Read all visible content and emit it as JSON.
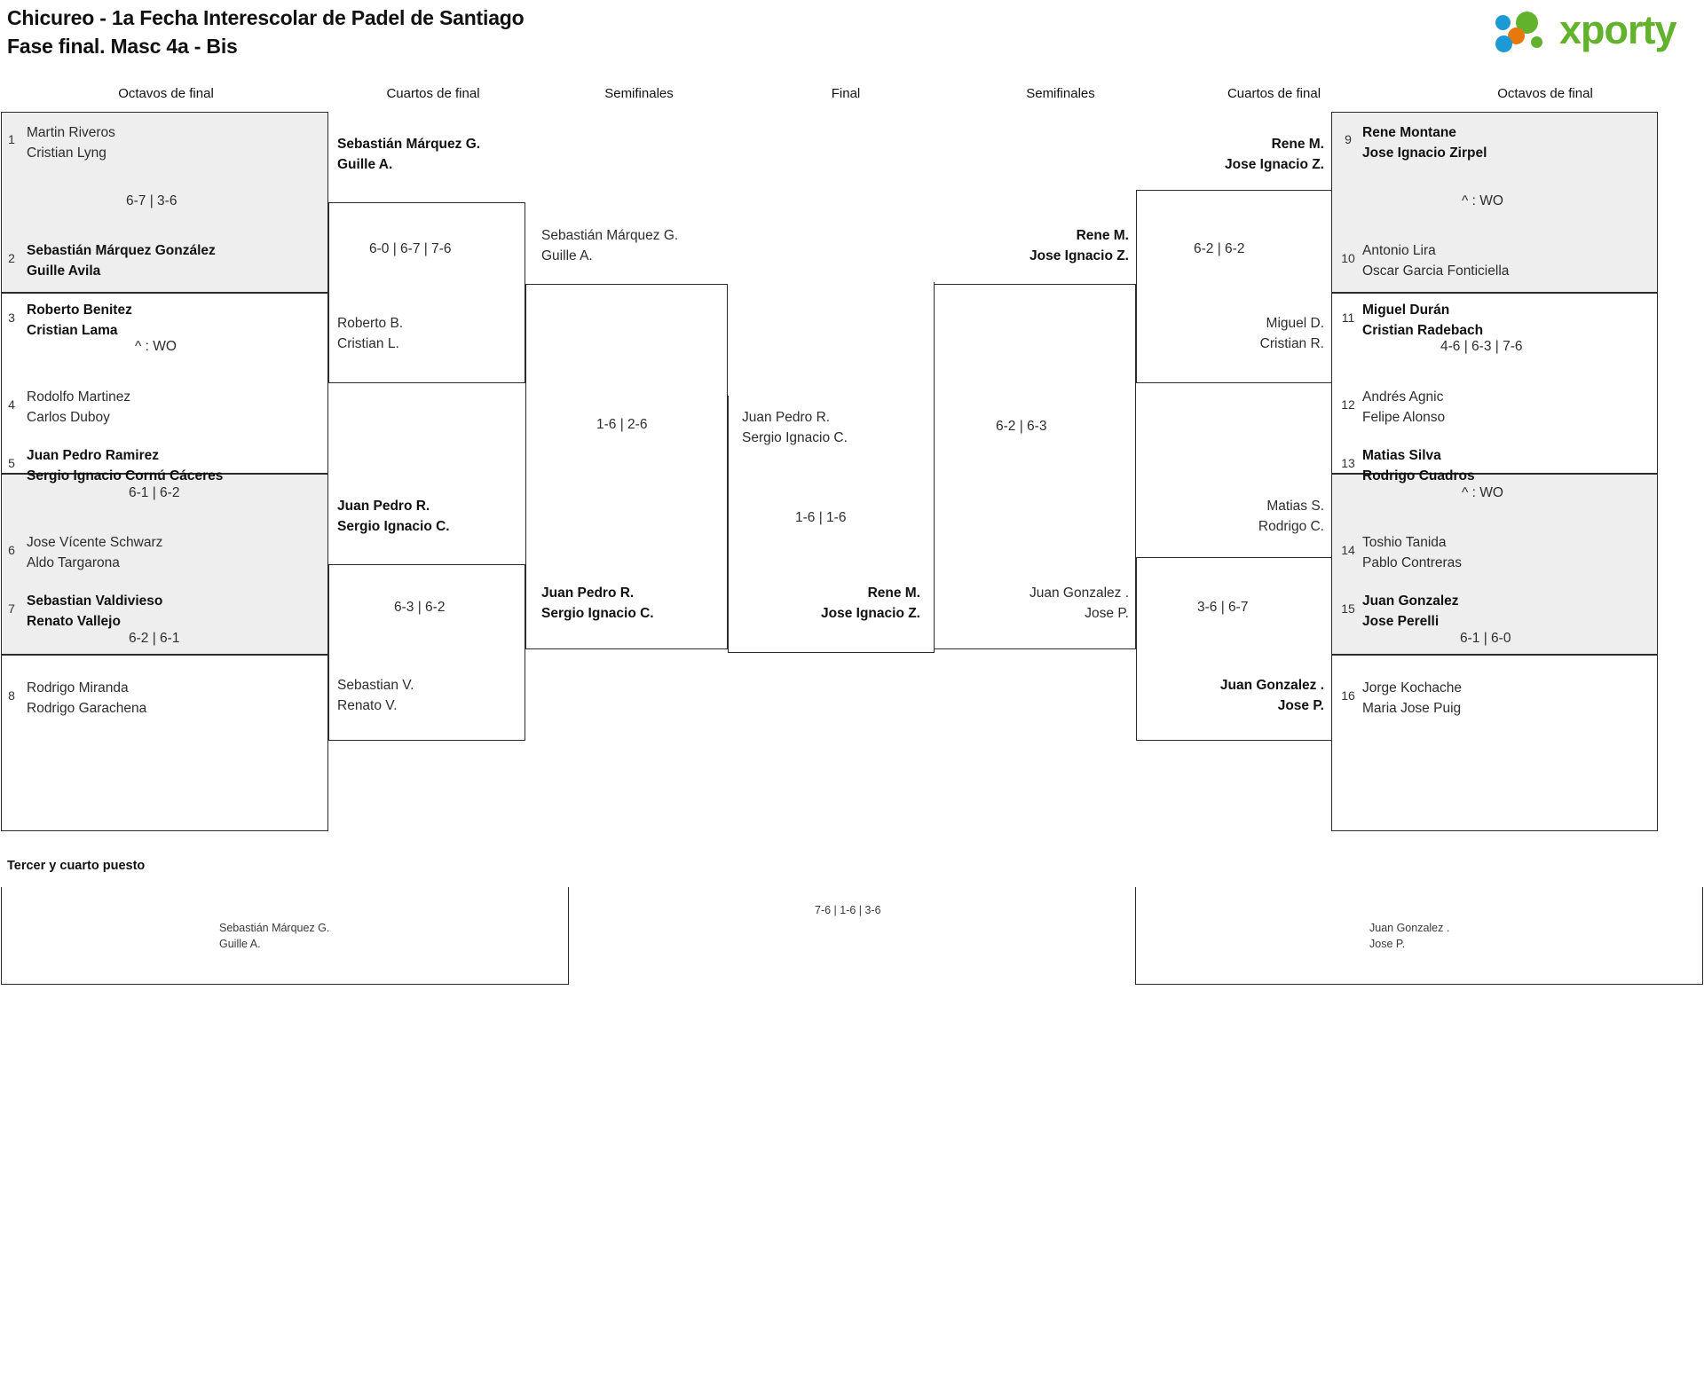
{
  "header": {
    "title_line1": "Chicureo - 1a Fecha Interescolar de Padel de Santiago",
    "title_line2": "Fase final. Masc 4a - Bis",
    "logo_text": "xporty",
    "logo_colors": {
      "green": "#63b22d",
      "blue": "#1b9ad6",
      "orange": "#e8770c"
    }
  },
  "round_headers": {
    "left_r16": "Octavos de final",
    "left_qf": "Cuartos de final",
    "left_sf": "Semifinales",
    "final": "Final",
    "right_sf": "Semifinales",
    "right_qf": "Cuartos de final",
    "right_r16": "Octavos de final"
  },
  "left": {
    "r16": [
      {
        "seed_top": "1",
        "top_l1": "Martin Riveros",
        "top_l2": "Cristian Lyng",
        "top_win": false,
        "score": "6-7 | 3-6",
        "seed_bot": "2",
        "bot_l1": "Sebastián Márquez González",
        "bot_l2": "Guille Avila",
        "bot_win": true,
        "shaded": true
      },
      {
        "seed_top": "3",
        "top_l1": "Roberto Benitez",
        "top_l2": "Cristian Lama",
        "top_win": true,
        "score": "^ : WO",
        "seed_bot": "4",
        "bot_l1": "Rodolfo Martinez",
        "bot_l2": "Carlos Duboy",
        "bot_win": false,
        "shaded": false
      },
      {
        "seed_top": "5",
        "top_l1": "Juan Pedro Ramirez",
        "top_l2": "Sergio Ignacio Cornú Cáceres",
        "top_win": true,
        "score": "6-1 | 6-2",
        "seed_bot": "6",
        "bot_l1": "Jose Vícente Schwarz",
        "bot_l2": "Aldo Targarona",
        "bot_win": false,
        "shaded": true
      },
      {
        "seed_top": "7",
        "top_l1": "Sebastian Valdivieso",
        "top_l2": "Renato Vallejo",
        "top_win": true,
        "score": "6-2 | 6-1",
        "seed_bot": "8",
        "bot_l1": "Rodrigo Miranda",
        "bot_l2": "Rodrigo Garachena",
        "bot_win": false,
        "shaded": false
      }
    ],
    "qf": [
      {
        "top_l1": "Sebastián Márquez G.",
        "top_l2": "Guille A.",
        "top_win": true,
        "score": "6-0 | 6-7 | 7-6",
        "bot_l1": "Roberto B.",
        "bot_l2": "Cristian L.",
        "bot_win": false
      },
      {
        "top_l1": "Juan Pedro R.",
        "top_l2": "Sergio Ignacio C.",
        "top_win": true,
        "score": "6-3 | 6-2",
        "bot_l1": "Sebastian V.",
        "bot_l2": "Renato V.",
        "bot_win": false
      }
    ],
    "sf": {
      "top_l1": "Sebastián Márquez G.",
      "top_l2": "Guille A.",
      "top_win": false,
      "score": "1-6 | 2-6",
      "bot_l1": "Juan Pedro R.",
      "bot_l2": "Sergio Ignacio C.",
      "bot_win": true
    }
  },
  "final": {
    "left_l1": "Juan Pedro R.",
    "left_l2": "Sergio Ignacio C.",
    "left_win": false,
    "score": "1-6 | 1-6",
    "right_l1": "Rene M.",
    "right_l2": "Jose Ignacio Z.",
    "right_win": true
  },
  "right": {
    "r16": [
      {
        "seed_top": "9",
        "top_l1": "Rene Montane",
        "top_l2": "Jose Ignacio Zirpel",
        "top_win": true,
        "score": "^ : WO",
        "seed_bot": "10",
        "bot_l1": "Antonio Lira",
        "bot_l2": "Oscar Garcia Fonticiella",
        "bot_win": false,
        "shaded": true
      },
      {
        "seed_top": "11",
        "top_l1": "Miguel Durán",
        "top_l2": "Cristian Radebach",
        "top_win": true,
        "score": "4-6 | 6-3 | 7-6",
        "seed_bot": "12",
        "bot_l1": "Andrés Agnic",
        "bot_l2": "Felipe Alonso",
        "bot_win": false,
        "shaded": false
      },
      {
        "seed_top": "13",
        "top_l1": "Matias Silva",
        "top_l2": "Rodrigo Cuadros",
        "top_win": true,
        "score": "^ : WO",
        "seed_bot": "14",
        "bot_l1": "Toshio Tanida",
        "bot_l2": "Pablo Contreras",
        "bot_win": false,
        "shaded": true
      },
      {
        "seed_top": "15",
        "top_l1": "Juan Gonzalez",
        "top_l2": "Jose Perelli",
        "top_win": true,
        "score": "6-1 | 6-0",
        "seed_bot": "16",
        "bot_l1": "Jorge Kochache",
        "bot_l2": "Maria Jose Puig",
        "bot_win": false,
        "shaded": false
      }
    ],
    "qf": [
      {
        "top_l1": "Rene M.",
        "top_l2": "Jose Ignacio Z.",
        "top_win": true,
        "score": "6-2 | 6-2",
        "bot_l1": "Miguel D.",
        "bot_l2": "Cristian R.",
        "bot_win": false
      },
      {
        "top_l1": "Matias S.",
        "top_l2": "Rodrigo C.",
        "top_win": false,
        "score": "3-6 | 6-7",
        "bot_l1": "Juan Gonzalez .",
        "bot_l2": "Jose P.",
        "bot_win": true
      }
    ],
    "sf": {
      "top_l1": "Rene M.",
      "top_l2": "Jose Ignacio Z.",
      "top_win": true,
      "score": "6-2 | 6-3",
      "bot_l1": "Juan Gonzalez .",
      "bot_l2": "Jose P.",
      "bot_win": false
    }
  },
  "third_place": {
    "title": "Tercer y cuarto puesto",
    "left_l1": "Sebastián Márquez G.",
    "left_l2": "Guille A.",
    "score": "7-6 | 1-6 | 3-6",
    "right_l1": "Juan Gonzalez .",
    "right_l2": "Jose P."
  }
}
